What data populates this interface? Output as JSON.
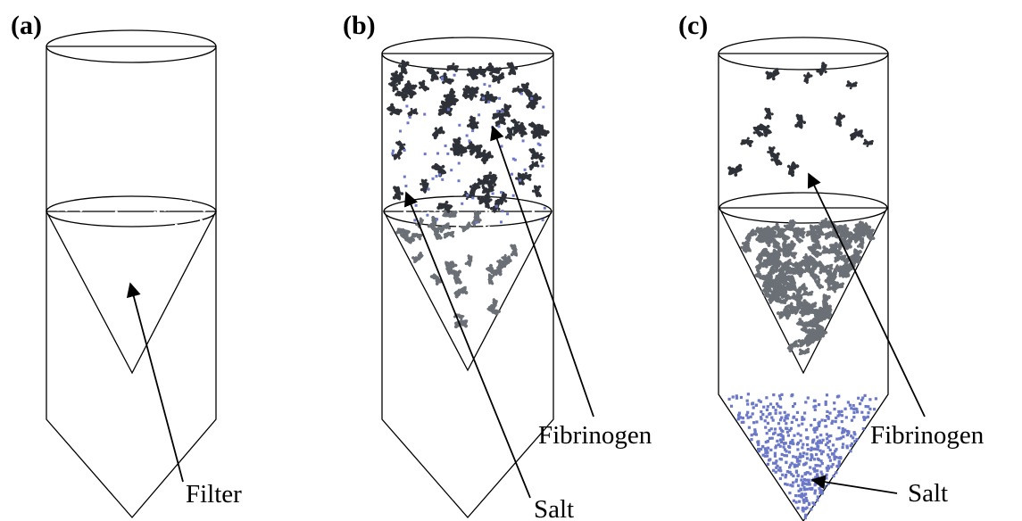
{
  "panels": [
    {
      "label": "(a)",
      "callouts": [
        {
          "text": "Filter",
          "target": "filter"
        }
      ]
    },
    {
      "label": "(b)",
      "callouts": [
        {
          "text": "Fibrinogen",
          "target": "fibrinogen"
        },
        {
          "text": "Salt",
          "target": "salt"
        }
      ]
    },
    {
      "label": "(c)",
      "callouts": [
        {
          "text": "Fibrinogen",
          "target": "fibrinogen"
        },
        {
          "text": "Salt",
          "target": "salt"
        }
      ]
    }
  ],
  "colors": {
    "tube_fill": "#eef1f6",
    "filter_fill": "#8a8c90",
    "filter_top": "#b9bec5",
    "pore": "#ffffff",
    "fibrinogen": "#2e3138",
    "fibrinogen_trapped": "#6b6f76",
    "salt": "#6b78c8",
    "outline": "#000000"
  },
  "icons": [
    "fibrinogen-molecule-icon",
    "salt-particle-icon",
    "filter-pore-icon"
  ]
}
